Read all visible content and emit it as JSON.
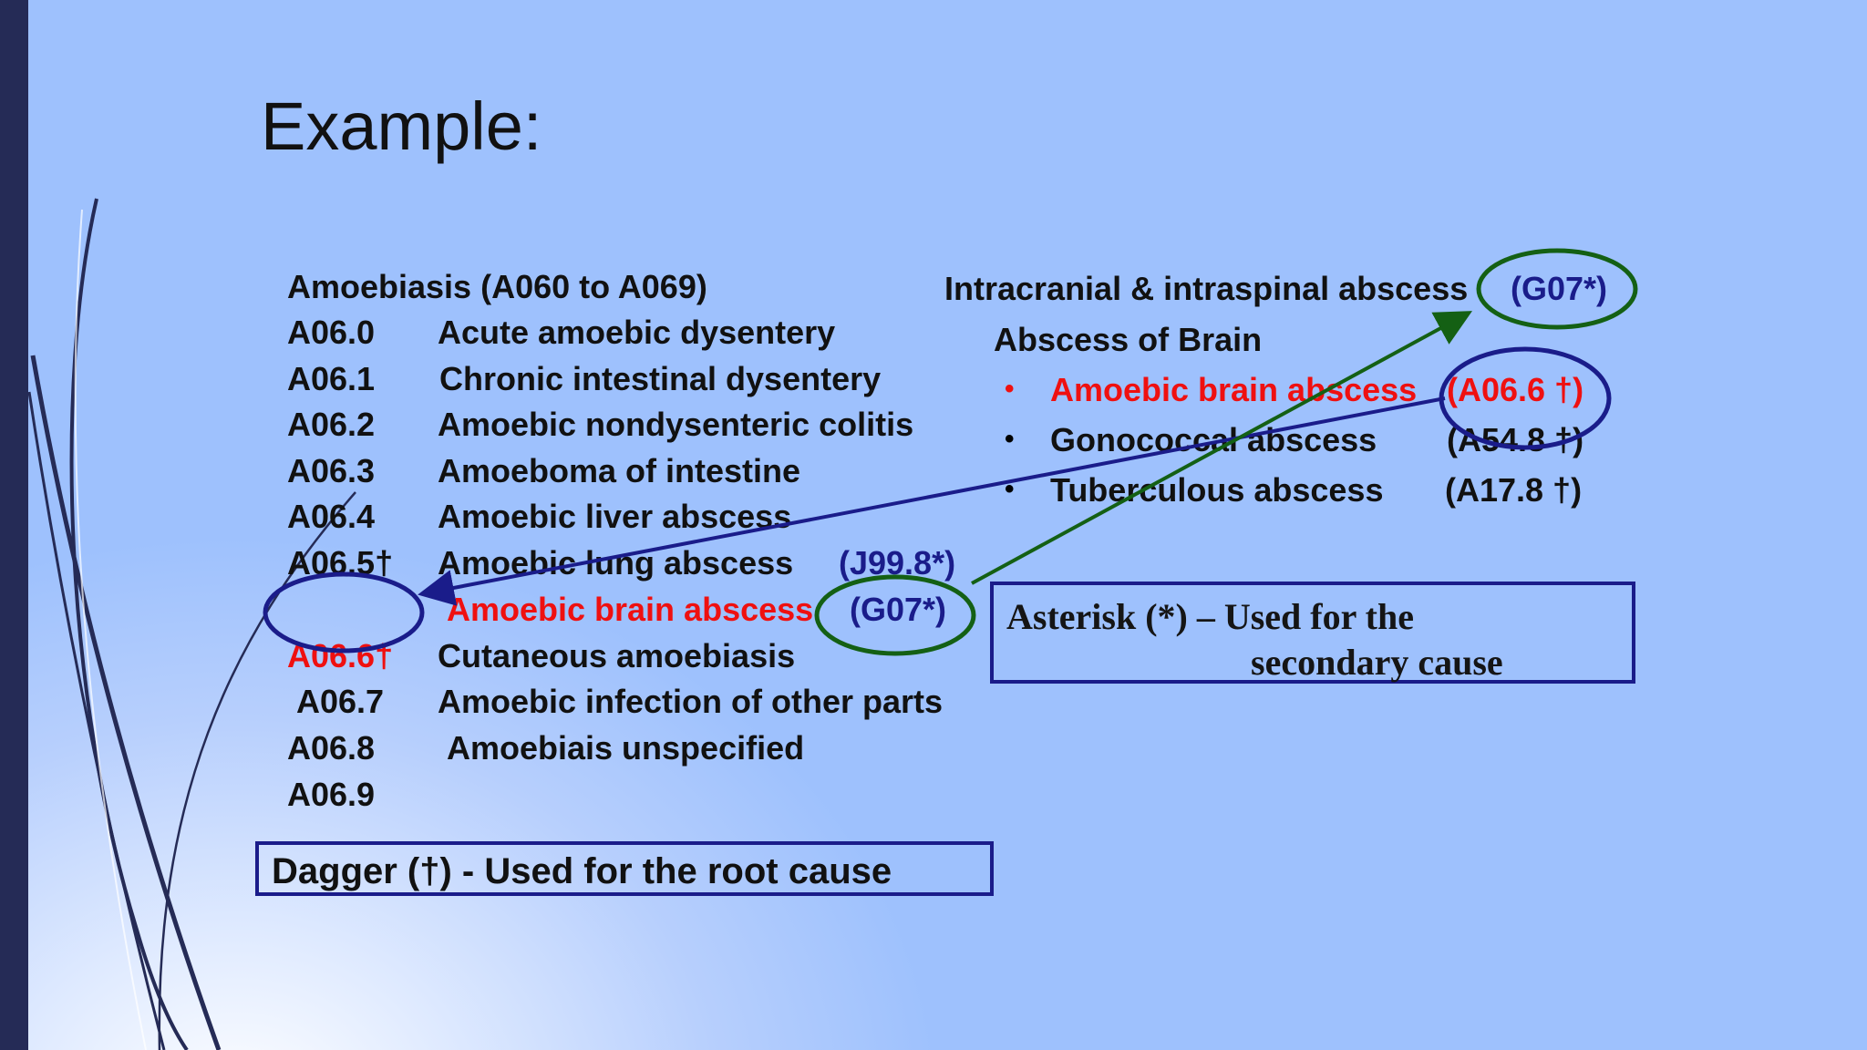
{
  "slide": {
    "title": "Example:"
  },
  "left_list": {
    "heading": "Amoebiasis (A060 to A069)",
    "rows": [
      {
        "code": "A06.0",
        "desc": "Acute amoebic dysentery"
      },
      {
        "code": "A06.1",
        "desc": "Chronic intestinal dysentery"
      },
      {
        "code": "A06.2",
        "desc": "Amoebic nondysenteric colitis"
      },
      {
        "code": "A06.3",
        "desc": "Amoeboma of intestine"
      },
      {
        "code": "A06.4",
        "desc": "Amoebic liver abscess"
      },
      {
        "code": "A06.5†",
        "desc": "Amoebic lung abscess",
        "extra": "(J99.8*)"
      },
      {
        "code": "",
        "desc": "Amoebic brain abscess",
        "extra": "(G07*)"
      },
      {
        "code": "A06.6†",
        "desc": "Cutaneous amoebiasis"
      },
      {
        "code": "A06.7",
        "desc": "Amoebic infection of other parts"
      },
      {
        "code": "A06.8",
        "desc": "Amoebiais unspecified"
      },
      {
        "code": "A06.9",
        "desc": ""
      }
    ]
  },
  "right_list": {
    "heading": "Intracranial & intraspinal abscess",
    "heading_code": "(G07*)",
    "subheading": "Abscess of Brain",
    "bullet_glyph": "•",
    "items": [
      {
        "label": "Amoebic brain abscess",
        "code": "(A06.6 †)"
      },
      {
        "label": "Gonococcal abscess",
        "code": "(A54.8 †)"
      },
      {
        "label": "Tuberculous abscess",
        "code": "(A17.8 †)"
      }
    ]
  },
  "dagger_note": "Dagger (†) -   Used for the root cause",
  "asterisk_note": {
    "line1": "Asterisk (*) – Used for the",
    "line2": "secondary cause"
  },
  "colors": {
    "highlight_red": "#ef1010",
    "code_blue": "#1a1c8a",
    "circle_green": "#146014",
    "circle_navy": "#1a1c8a",
    "left_bar": "#252b56"
  }
}
